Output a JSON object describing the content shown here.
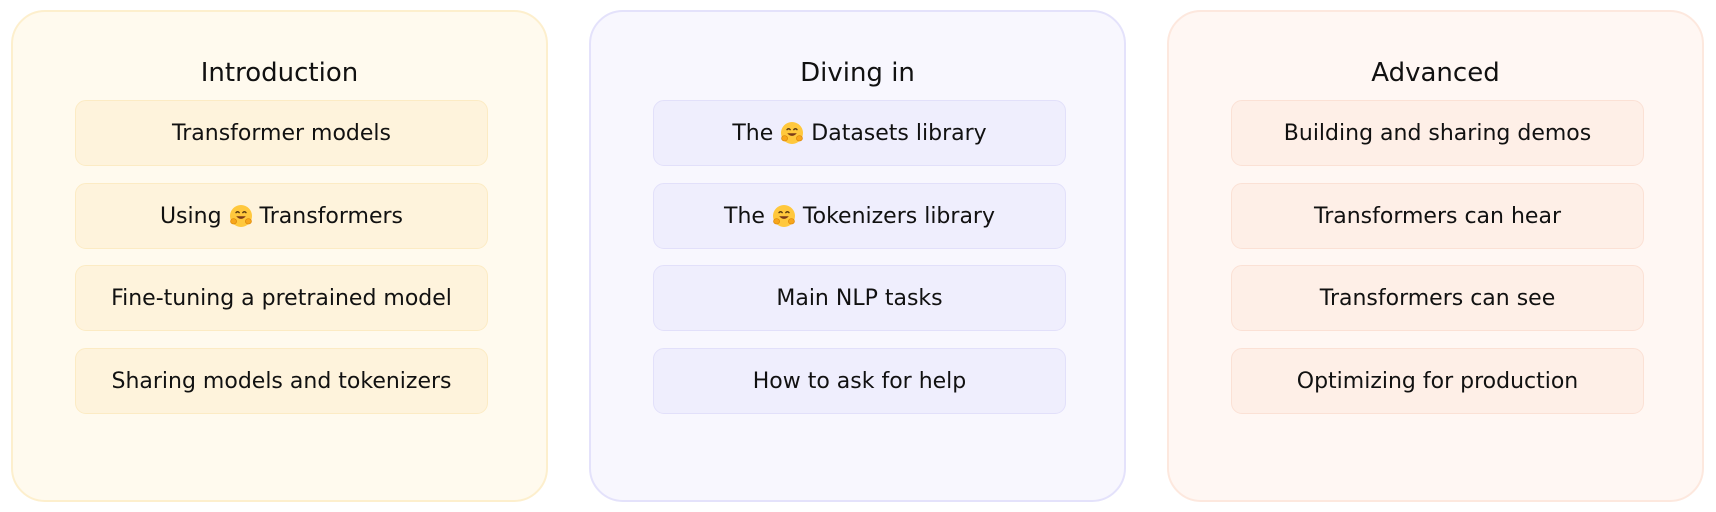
{
  "colors": {
    "introduction_panel": "#fffaee",
    "introduction_chip": "#fef3dc",
    "diving_in_panel": "#f8f7fe",
    "diving_in_chip": "#efeefd",
    "advanced_panel": "#fff7f3",
    "advanced_chip": "#feefe7",
    "hugging_face_icon": "#ffc83d"
  },
  "icons": {
    "hugging_face": "hugging-face-emoji-icon"
  },
  "columns": [
    {
      "title": "Introduction",
      "items": [
        {
          "label": "Transformer models"
        },
        {
          "prefix": "Using",
          "icon": "hugging-face-emoji-icon",
          "suffix": "Transformers"
        },
        {
          "label": "Fine-tuning a pretrained model"
        },
        {
          "label": "Sharing models and tokenizers"
        }
      ]
    },
    {
      "title": "Diving in",
      "items": [
        {
          "prefix": "The",
          "icon": "hugging-face-emoji-icon",
          "suffix": "Datasets library"
        },
        {
          "prefix": "The",
          "icon": "hugging-face-emoji-icon",
          "suffix": "Tokenizers library"
        },
        {
          "label": "Main NLP tasks"
        },
        {
          "label": "How to ask for help"
        }
      ]
    },
    {
      "title": "Advanced",
      "items": [
        {
          "label": "Building and sharing demos"
        },
        {
          "label": "Transformers can hear"
        },
        {
          "label": "Transformers can see"
        },
        {
          "label": "Optimizing for production"
        }
      ]
    }
  ]
}
